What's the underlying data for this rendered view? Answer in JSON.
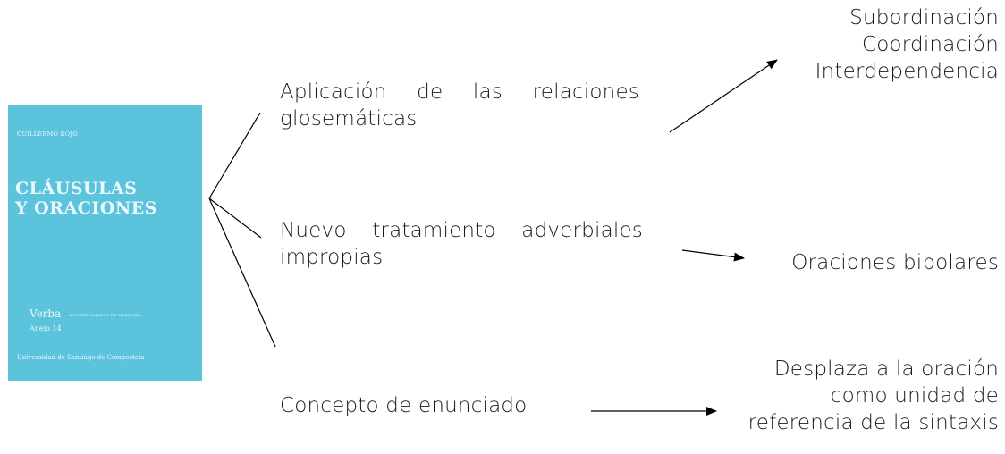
{
  "book": {
    "author": "GUILLERMO ROJO",
    "title_line1": "CLÁUSULAS",
    "title_line2": "Y ORACIONES",
    "series": "Verba",
    "series_subtitle": "ANUARIO GALLEGO DE FILOLOGIA",
    "volume": "Anejo 14",
    "publisher": "Universidad de Santiago de Compostela"
  },
  "nodes": {
    "branch1": "Aplicación de las relaciones glosemáticas",
    "branch2": "Nuevo tratamiento adverbiales impropias",
    "branch3": "Concepto de enunciado",
    "result1_line1": "Subordinación",
    "result1_line2": "Coordinación",
    "result1_line3": "Interdependencia",
    "result2": "Oraciones bipolares",
    "result3_line1": "Desplaza a la oración",
    "result3_line2": "como unidad de",
    "result3_line3": "referencia de la sintaxis"
  },
  "colors": {
    "cover": "#5cc3dc",
    "text": "#1a1a1a",
    "lines": "#000000"
  }
}
